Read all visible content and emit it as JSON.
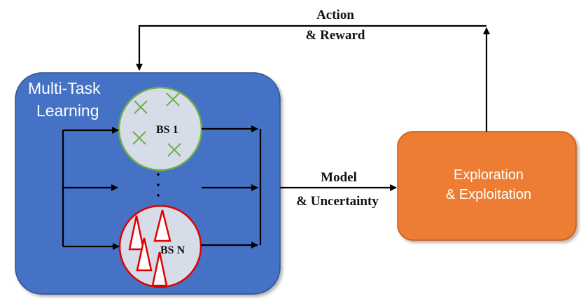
{
  "mtl_box": {
    "label_line1": "Multi-Task",
    "label_line2": "Learning",
    "fill": "#4472C4"
  },
  "bs_top": {
    "label": "BS 1",
    "ring_color": "#70AD47",
    "marker_color": "#70AD47"
  },
  "bs_bottom": {
    "label": "BS N",
    "ring_color": "#E00000",
    "marker_color": "#E00000"
  },
  "ellipsis": ". . .",
  "explore_box": {
    "label_line1": "Exploration",
    "label_line2": "& Exploitation",
    "fill": "#ED7D31"
  },
  "arrow_top": {
    "line1": "Action",
    "line2": "& Reward"
  },
  "arrow_mid": {
    "line1": "Model",
    "line2": "& Uncertainty"
  },
  "circle_fill": "#D6DCE8",
  "arrow_color": "#000000"
}
